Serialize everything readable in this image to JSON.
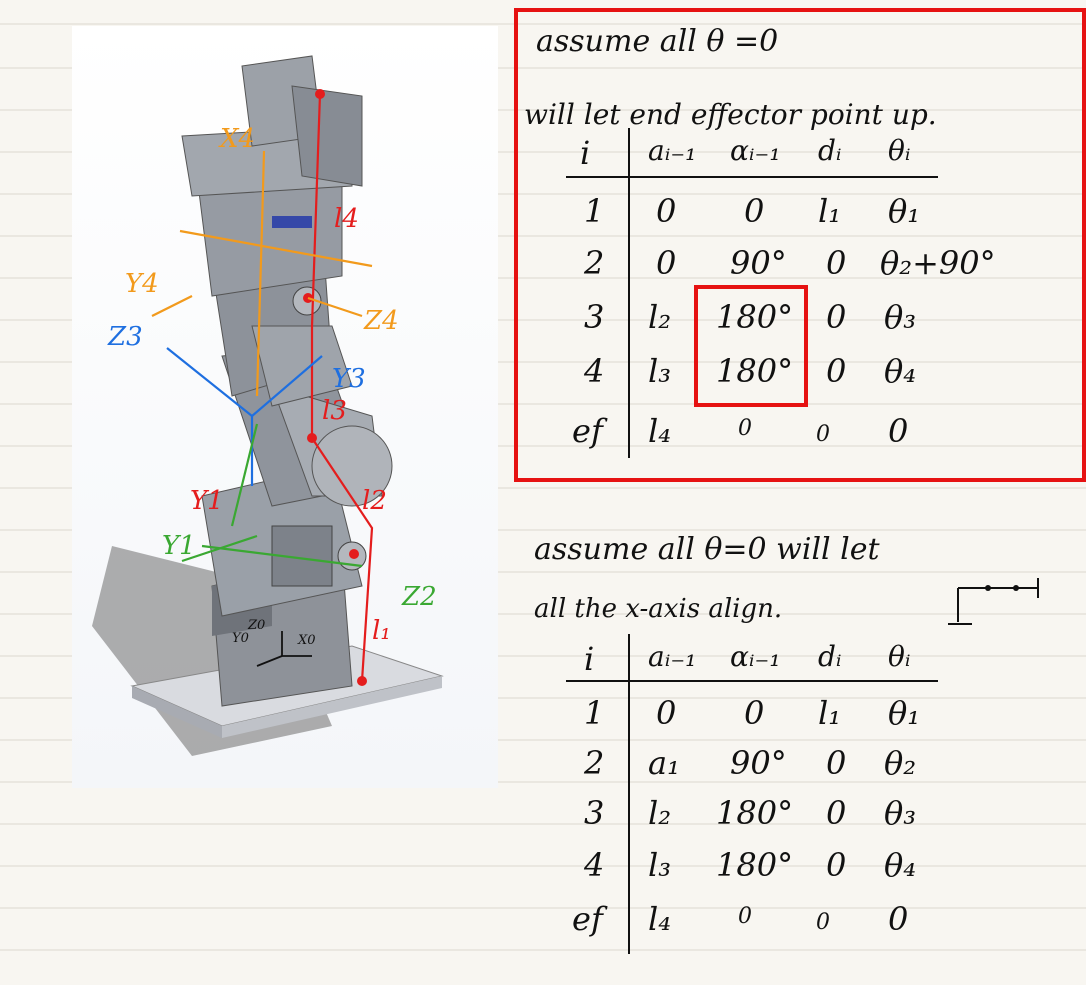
{
  "table1": {
    "caption1": "assume all θ =0",
    "caption2": "will let end effector point up.",
    "headers": [
      "i",
      "aᵢ₋₁",
      "αᵢ₋₁",
      "dᵢ",
      "θᵢ"
    ],
    "rows": [
      [
        "1",
        "0",
        "0",
        "l₁",
        "θ₁"
      ],
      [
        "2",
        "0",
        "90°",
        "0",
        "θ₂+90°"
      ],
      [
        "3",
        "l₂",
        "180°",
        "0",
        "θ₃"
      ],
      [
        "4",
        "l₃",
        "180°",
        "0",
        "θ₄"
      ],
      [
        "ef",
        "l₄",
        "0",
        "0",
        "0"
      ]
    ]
  },
  "table2": {
    "caption1": "assume all θ=0 will let",
    "caption2": "all the x-axis align.",
    "headers": [
      "i",
      "aᵢ₋₁",
      "αᵢ₋₁",
      "dᵢ",
      "θᵢ"
    ],
    "rows": [
      [
        "1",
        "0",
        "0",
        "l₁",
        "θ₁"
      ],
      [
        "2",
        "a₁",
        "90°",
        "0",
        "θ₂"
      ],
      [
        "3",
        "l₂",
        "180°",
        "0",
        "θ₃"
      ],
      [
        "4",
        "l₃",
        "180°",
        "0",
        "θ₄"
      ],
      [
        "ef",
        "l₄",
        "0",
        "0",
        "0"
      ]
    ]
  },
  "robot_labels": {
    "x4": "X4",
    "y4": "Y4",
    "z4": "Z4",
    "z3": "Z3",
    "y3": "Y3",
    "y1": "Y1",
    "y1b": "Y1",
    "z2": "Z2",
    "x0": "X0",
    "y0": "Y0",
    "z0": "Z0",
    "l1": "l₁",
    "l2": "l2",
    "l3": "l3",
    "l4": "l4"
  },
  "colors": {
    "highlight": "#e61212",
    "orange": "#f29a1c",
    "blue": "#1e6fe0",
    "green": "#3aa832",
    "red": "#e41d1d",
    "ink": "#111111"
  }
}
